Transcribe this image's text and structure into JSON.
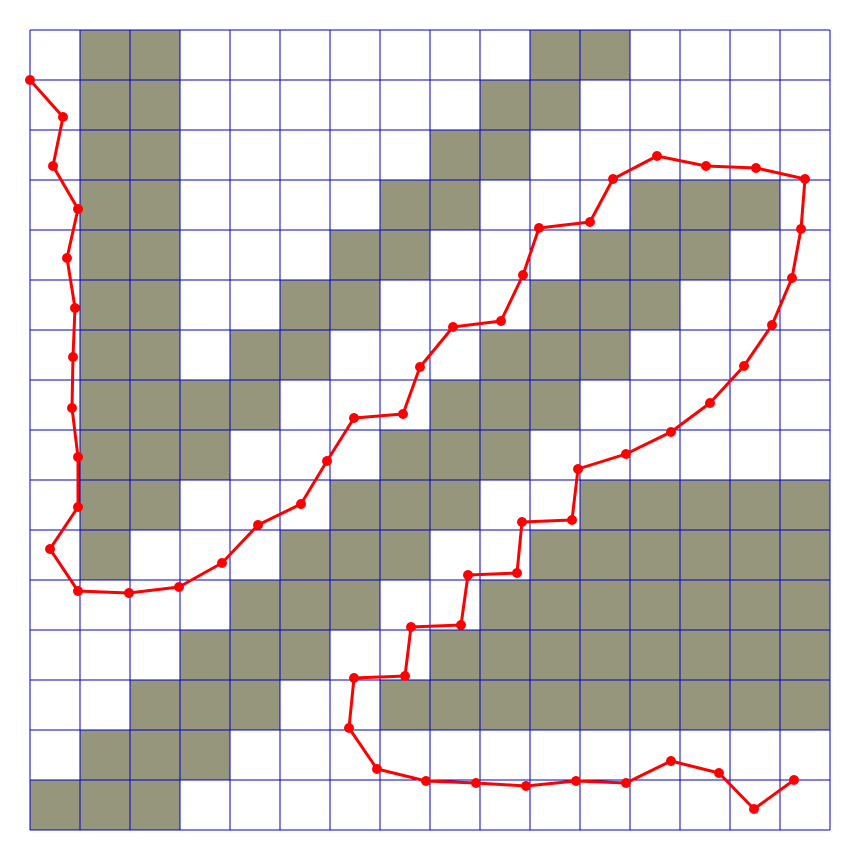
{
  "grid": {
    "rows": 16,
    "cols": 16,
    "obstacles": [
      [
        0,
        1
      ],
      [
        0,
        2
      ],
      [
        0,
        10
      ],
      [
        0,
        11
      ],
      [
        1,
        1
      ],
      [
        1,
        2
      ],
      [
        1,
        9
      ],
      [
        1,
        10
      ],
      [
        2,
        1
      ],
      [
        2,
        2
      ],
      [
        2,
        8
      ],
      [
        2,
        9
      ],
      [
        3,
        1
      ],
      [
        3,
        2
      ],
      [
        3,
        7
      ],
      [
        3,
        8
      ],
      [
        3,
        12
      ],
      [
        3,
        13
      ],
      [
        3,
        14
      ],
      [
        4,
        1
      ],
      [
        4,
        2
      ],
      [
        4,
        6
      ],
      [
        4,
        7
      ],
      [
        4,
        11
      ],
      [
        4,
        12
      ],
      [
        4,
        13
      ],
      [
        5,
        1
      ],
      [
        5,
        2
      ],
      [
        5,
        5
      ],
      [
        5,
        6
      ],
      [
        5,
        10
      ],
      [
        5,
        11
      ],
      [
        5,
        12
      ],
      [
        6,
        1
      ],
      [
        6,
        2
      ],
      [
        6,
        4
      ],
      [
        6,
        5
      ],
      [
        6,
        9
      ],
      [
        6,
        10
      ],
      [
        6,
        11
      ],
      [
        7,
        1
      ],
      [
        7,
        2
      ],
      [
        7,
        3
      ],
      [
        7,
        4
      ],
      [
        7,
        8
      ],
      [
        7,
        9
      ],
      [
        7,
        10
      ],
      [
        8,
        1
      ],
      [
        8,
        2
      ],
      [
        8,
        3
      ],
      [
        8,
        7
      ],
      [
        8,
        8
      ],
      [
        8,
        9
      ],
      [
        9,
        1
      ],
      [
        9,
        2
      ],
      [
        9,
        6
      ],
      [
        9,
        7
      ],
      [
        9,
        8
      ],
      [
        9,
        11
      ],
      [
        9,
        12
      ],
      [
        9,
        13
      ],
      [
        9,
        14
      ],
      [
        9,
        15
      ],
      [
        10,
        1
      ],
      [
        10,
        5
      ],
      [
        10,
        6
      ],
      [
        10,
        7
      ],
      [
        10,
        10
      ],
      [
        10,
        11
      ],
      [
        10,
        12
      ],
      [
        10,
        13
      ],
      [
        10,
        14
      ],
      [
        10,
        15
      ],
      [
        11,
        4
      ],
      [
        11,
        5
      ],
      [
        11,
        6
      ],
      [
        11,
        9
      ],
      [
        11,
        10
      ],
      [
        11,
        11
      ],
      [
        11,
        12
      ],
      [
        11,
        13
      ],
      [
        11,
        14
      ],
      [
        11,
        15
      ],
      [
        12,
        3
      ],
      [
        12,
        4
      ],
      [
        12,
        5
      ],
      [
        12,
        8
      ],
      [
        12,
        9
      ],
      [
        12,
        10
      ],
      [
        12,
        11
      ],
      [
        12,
        12
      ],
      [
        12,
        13
      ],
      [
        12,
        14
      ],
      [
        12,
        15
      ],
      [
        13,
        2
      ],
      [
        13,
        3
      ],
      [
        13,
        4
      ],
      [
        13,
        7
      ],
      [
        13,
        8
      ],
      [
        13,
        9
      ],
      [
        13,
        10
      ],
      [
        13,
        11
      ],
      [
        13,
        12
      ],
      [
        13,
        13
      ],
      [
        13,
        14
      ],
      [
        13,
        15
      ],
      [
        14,
        1
      ],
      [
        14,
        2
      ],
      [
        14,
        3
      ],
      [
        15,
        0
      ],
      [
        15,
        1
      ],
      [
        15,
        2
      ]
    ]
  },
  "path": [
    [
      0.0,
      1.0
    ],
    [
      0.66,
      1.74
    ],
    [
      0.46,
      2.72
    ],
    [
      0.96,
      3.58
    ],
    [
      0.74,
      4.56
    ],
    [
      0.9,
      5.56
    ],
    [
      0.86,
      6.54
    ],
    [
      0.84,
      7.56
    ],
    [
      0.96,
      8.54
    ],
    [
      0.96,
      9.54
    ],
    [
      0.4,
      10.38
    ],
    [
      0.96,
      11.22
    ],
    [
      1.98,
      11.26
    ],
    [
      2.98,
      11.14
    ],
    [
      3.84,
      10.66
    ],
    [
      4.56,
      9.9
    ],
    [
      5.42,
      9.48
    ],
    [
      5.94,
      8.62
    ],
    [
      6.48,
      7.76
    ],
    [
      7.46,
      7.68
    ],
    [
      7.8,
      6.74
    ],
    [
      8.46,
      5.94
    ],
    [
      9.42,
      5.82
    ],
    [
      9.86,
      4.9
    ],
    [
      10.18,
      3.96
    ],
    [
      11.2,
      3.84
    ],
    [
      11.66,
      2.98
    ],
    [
      12.54,
      2.52
    ],
    [
      13.52,
      2.72
    ],
    [
      14.52,
      2.76
    ],
    [
      15.5,
      2.98
    ],
    [
      15.42,
      3.98
    ],
    [
      15.24,
      4.96
    ],
    [
      14.84,
      5.9
    ],
    [
      14.28,
      6.72
    ],
    [
      13.6,
      7.46
    ],
    [
      12.82,
      8.04
    ],
    [
      11.92,
      8.48
    ],
    [
      10.96,
      8.78
    ],
    [
      10.84,
      9.8
    ],
    [
      9.84,
      9.84
    ],
    [
      9.74,
      10.86
    ],
    [
      8.76,
      10.9
    ],
    [
      8.62,
      11.9
    ],
    [
      7.62,
      11.94
    ],
    [
      7.5,
      12.92
    ],
    [
      6.48,
      12.96
    ],
    [
      6.38,
      13.96
    ],
    [
      6.94,
      14.78
    ],
    [
      7.92,
      15.02
    ],
    [
      8.92,
      15.06
    ],
    [
      9.92,
      15.12
    ],
    [
      10.92,
      15.02
    ],
    [
      11.92,
      15.06
    ],
    [
      12.82,
      14.62
    ],
    [
      13.78,
      14.86
    ],
    [
      14.48,
      15.58
    ],
    [
      15.28,
      15.0
    ]
  ],
  "colors": {
    "obstacle": "#96967c",
    "gridline": "#0000cc",
    "path": "#ff0000",
    "background": "#ffffff"
  }
}
